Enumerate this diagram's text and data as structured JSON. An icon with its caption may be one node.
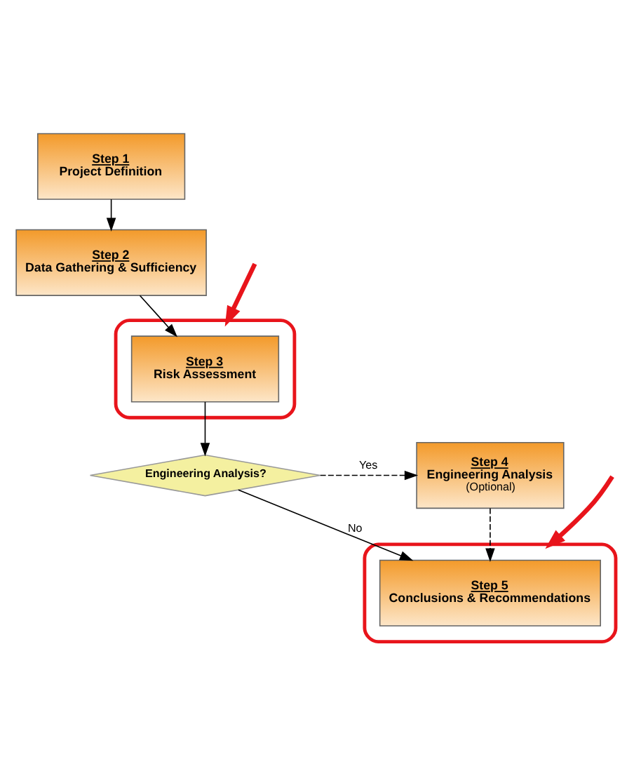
{
  "diagram": {
    "nodes": [
      {
        "text": [
          "Step 1",
          "Project Definition"
        ]
      },
      {
        "text": [
          "Step 2",
          "Data Gathering & Sufficiency"
        ]
      },
      {
        "text": [],
        "shape": "ellipse"
      },
      {
        "text": [
          "Step 3",
          "Risk Assessment"
        ],
        "in": 2
      },
      {
        "text": [
          "Engineering Analysis?"
        ]
      },
      {
        "text": [
          "Step 4",
          "Engineering Analysis",
          "(Optional)"
        ]
      },
      {
        "text": [],
        "shape": "ellipse"
      },
      {
        "text": [
          "Step 5",
          "Conclusions & Recommendations"
        ],
        "in": 6
      }
    ],
    "edges": [
      {
        "from": null,
        "to": 2,
        "arrow": "to",
        "style": "thick",
        "color": "#e8141b"
      },
      {
        "from": 0,
        "to": 1,
        "arrow": "to"
      },
      {
        "from": 1,
        "to": 3,
        "arrow": "to"
      },
      {
        "from": 3,
        "to": 4,
        "arrow": "to"
      },
      {
        "from": 4,
        "to": 5,
        "arrow": "to",
        "label": "Yes",
        "style": "dashed"
      },
      {
        "from": 4,
        "to": 7,
        "arrow": "to",
        "label": "No"
      },
      {
        "from": 5,
        "to": 7,
        "arrow": "to",
        "style": "dashed"
      },
      {
        "from": null,
        "to": 6,
        "arrow": "to",
        "style": "thick",
        "color": "#e8141b"
      }
    ]
  }
}
